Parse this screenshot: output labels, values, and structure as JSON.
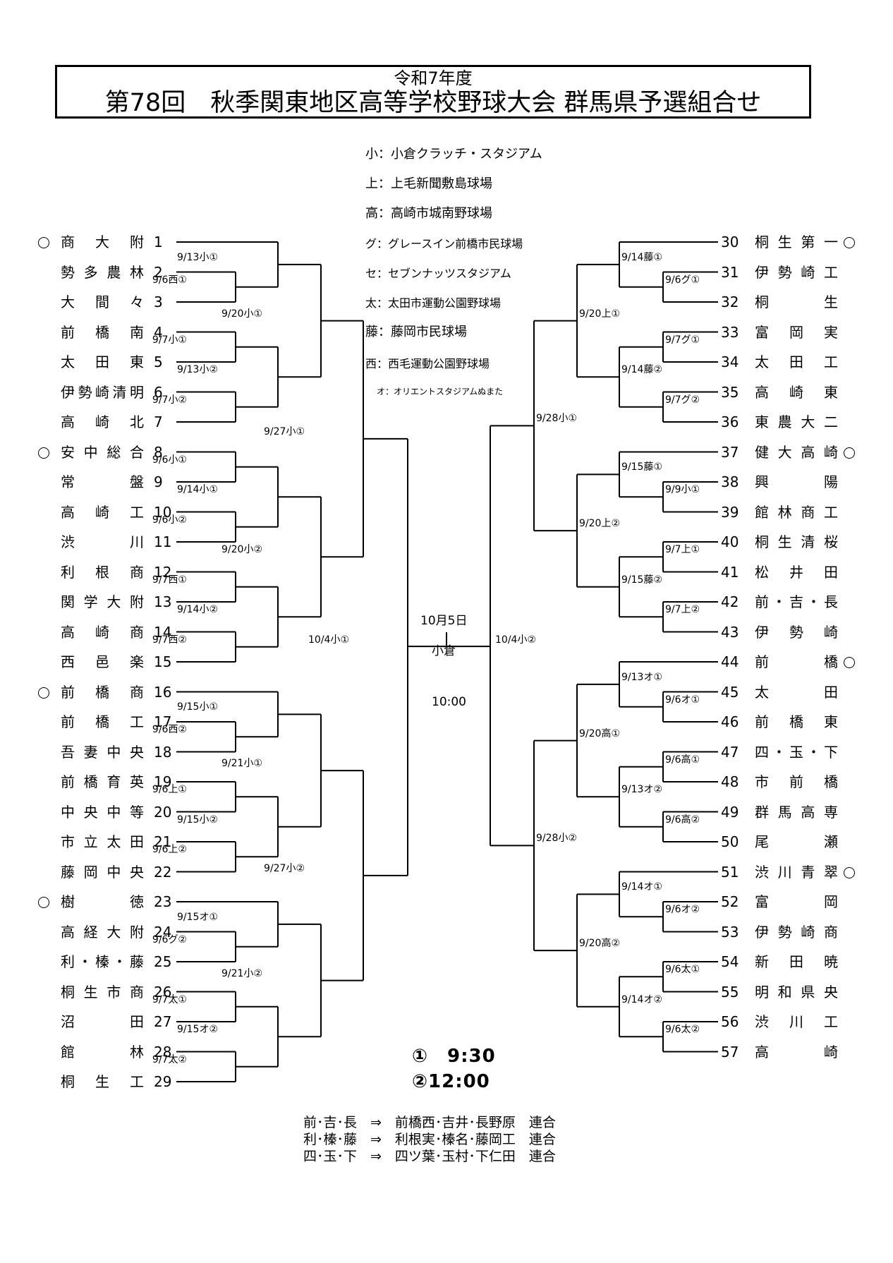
{
  "header": {
    "subtitle": "令和7年度",
    "title": "第78回　秋季関東地区高等学校野球大会 群馬県予選組合せ"
  },
  "venues": [
    "小：小倉クラッチ・スタジアム",
    "上：上毛新聞敷島球場",
    "高：高崎市城南野球場",
    "グ：グレースイン前橋市民球場",
    "セ：セブンナッツスタジアム",
    "太：太田市運動公園野球場",
    "藤：藤岡市民球場",
    "西：西毛運動公園野球場",
    "オ：オリエントスタジアムぬまた"
  ],
  "left_teams": [
    {
      "no": "1",
      "name": "商大附",
      "seed": true
    },
    {
      "no": "2",
      "name": "勢多農林",
      "seed": false
    },
    {
      "no": "3",
      "name": "大間々",
      "seed": false
    },
    {
      "no": "4",
      "name": "前橋南",
      "seed": false
    },
    {
      "no": "5",
      "name": "太田東",
      "seed": false
    },
    {
      "no": "6",
      "name": "伊勢崎清明",
      "seed": false
    },
    {
      "no": "7",
      "name": "高崎北",
      "seed": false
    },
    {
      "no": "8",
      "name": "安中総合",
      "seed": true
    },
    {
      "no": "9",
      "name": "常盤",
      "seed": false
    },
    {
      "no": "10",
      "name": "高崎工",
      "seed": false
    },
    {
      "no": "11",
      "name": "渋川",
      "seed": false
    },
    {
      "no": "12",
      "name": "利根商",
      "seed": false
    },
    {
      "no": "13",
      "name": "関学大附",
      "seed": false
    },
    {
      "no": "14",
      "name": "高崎商",
      "seed": false
    },
    {
      "no": "15",
      "name": "西邑楽",
      "seed": false
    },
    {
      "no": "16",
      "name": "前橋商",
      "seed": true
    },
    {
      "no": "17",
      "name": "前橋工",
      "seed": false
    },
    {
      "no": "18",
      "name": "吾妻中央",
      "seed": false
    },
    {
      "no": "19",
      "name": "前橋育英",
      "seed": false
    },
    {
      "no": "20",
      "name": "中央中等",
      "seed": false
    },
    {
      "no": "21",
      "name": "市立太田",
      "seed": false
    },
    {
      "no": "22",
      "name": "藤岡中央",
      "seed": false
    },
    {
      "no": "23",
      "name": "樹徳",
      "seed": true
    },
    {
      "no": "24",
      "name": "高経大附",
      "seed": false
    },
    {
      "no": "25",
      "name": "利・榛・藤",
      "seed": false
    },
    {
      "no": "26",
      "name": "桐生市商",
      "seed": false
    },
    {
      "no": "27",
      "name": "沼田",
      "seed": false
    },
    {
      "no": "28",
      "name": "館林",
      "seed": false
    },
    {
      "no": "29",
      "name": "桐生工",
      "seed": false
    }
  ],
  "right_teams": [
    {
      "no": "30",
      "name": "桐生第一",
      "seed": true
    },
    {
      "no": "31",
      "name": "伊勢崎工",
      "seed": false
    },
    {
      "no": "32",
      "name": "桐生",
      "seed": false
    },
    {
      "no": "33",
      "name": "富岡実",
      "seed": false
    },
    {
      "no": "34",
      "name": "太田工",
      "seed": false
    },
    {
      "no": "35",
      "name": "高崎東",
      "seed": false
    },
    {
      "no": "36",
      "name": "東農大二",
      "seed": false
    },
    {
      "no": "37",
      "name": "健大高崎",
      "seed": true
    },
    {
      "no": "38",
      "name": "興陽",
      "seed": false
    },
    {
      "no": "39",
      "name": "館林商工",
      "seed": false
    },
    {
      "no": "40",
      "name": "桐生清桜",
      "seed": false
    },
    {
      "no": "41",
      "name": "松井田",
      "seed": false
    },
    {
      "no": "42",
      "name": "前・吉・長",
      "seed": false
    },
    {
      "no": "43",
      "name": "伊勢崎",
      "seed": false
    },
    {
      "no": "44",
      "name": "前橋",
      "seed": true
    },
    {
      "no": "45",
      "name": "太田",
      "seed": false
    },
    {
      "no": "46",
      "name": "前橋東",
      "seed": false
    },
    {
      "no": "47",
      "name": "四・玉・下",
      "seed": false
    },
    {
      "no": "48",
      "name": "市前橋",
      "seed": false
    },
    {
      "no": "49",
      "name": "群馬高専",
      "seed": false
    },
    {
      "no": "50",
      "name": "尾瀬",
      "seed": false
    },
    {
      "no": "51",
      "name": "渋川青翠",
      "seed": true
    },
    {
      "no": "52",
      "name": "富岡",
      "seed": false
    },
    {
      "no": "53",
      "name": "伊勢崎商",
      "seed": false
    },
    {
      "no": "54",
      "name": "新田暁",
      "seed": false
    },
    {
      "no": "55",
      "name": "明和県央",
      "seed": false
    },
    {
      "no": "56",
      "name": "渋川工",
      "seed": false
    },
    {
      "no": "57",
      "name": "高崎",
      "seed": false
    }
  ],
  "left_matches": {
    "r1": [
      "9/6西①",
      "9/7小①",
      "9/7小②",
      "9/6小①",
      "9/6小②",
      "9/7西①",
      "9/7西②",
      "9/6西②",
      "9/6上①",
      "9/6上②",
      "9/6グ②",
      "9/7太①",
      "9/7太②"
    ],
    "r2": [
      "9/13小①",
      "9/13小②",
      "9/14小①",
      "9/14小②",
      "9/15小①",
      "9/15小②",
      "9/15オ①",
      "9/15オ②"
    ],
    "r3": [
      "9/20小①",
      "9/20小②",
      "9/21小①",
      "9/21小②"
    ],
    "r4": [
      "9/27小①",
      "9/27小②"
    ],
    "semi": "10/4小①"
  },
  "right_matches": {
    "r1": [
      "9/6グ①",
      "9/7グ①",
      "9/7グ②",
      "9/9小①",
      "9/7上①",
      "9/7上②",
      "9/6オ①",
      "9/6高①",
      "9/6高②",
      "9/6オ②",
      "9/6太①",
      "9/6太②"
    ],
    "r2": [
      "9/14藤①",
      "9/14藤②",
      "9/15藤①",
      "9/15藤②",
      "9/13オ①",
      "9/13オ②",
      "9/14オ①",
      "9/14オ②"
    ],
    "r3": [
      "9/20上①",
      "9/20上②",
      "9/20高①",
      "9/20高②"
    ],
    "r4": [
      "9/28小①",
      "9/28小②"
    ],
    "semi": "10/4小②"
  },
  "final": {
    "date": "10月5日",
    "venue": "小倉",
    "time": "10:00"
  },
  "times": {
    "first": "①　9:30",
    "second": "②12:00"
  },
  "notes": [
    "前･吉･長　⇒　前橋西･吉井･長野原　連合",
    "利･榛･藤　⇒　利根実･榛名･藤岡工　連合",
    "四･玉･下　⇒　四ツ葉･玉村･下仁田　連合"
  ]
}
